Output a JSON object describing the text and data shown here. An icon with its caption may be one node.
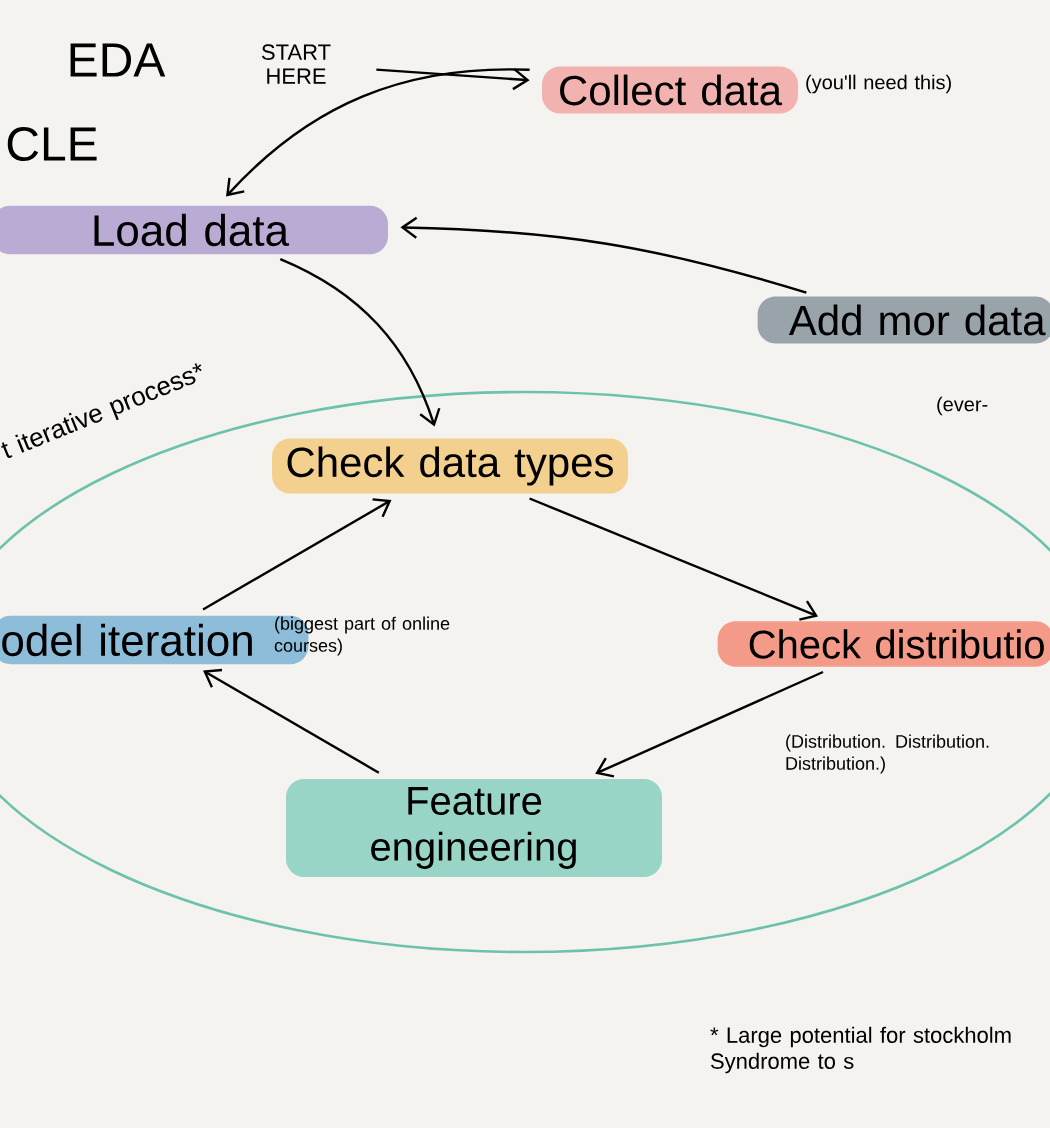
{
  "diagram": {
    "nodes": [
      {
        "text": [
          "START HERE"
        ]
      },
      {
        "text": [
          "Collect data"
        ],
        "beside": [
          "(you'll need this)"
        ]
      },
      {
        "text": [
          "Load data"
        ]
      },
      {
        "text": [
          "Add mor data"
        ],
        "beside": [
          "(ever-"
        ]
      },
      {
        "text": [
          "Check data types"
        ]
      },
      {
        "text": [
          "Check distributio"
        ],
        "beside": [
          "(Distribution. Distribution. Distribution.)"
        ]
      },
      {
        "text": [
          "Feature engineering"
        ]
      },
      {
        "text": [
          "odel iteration"
        ],
        "beside": [
          "(biggest part of online courses)"
        ]
      }
    ],
    "edges": [
      {
        "from": 0,
        "to": 1,
        "arrow": "to"
      },
      {
        "from": 1,
        "to": 2,
        "arrow": "to"
      },
      {
        "from": 3,
        "to": 2,
        "arrow": "to"
      },
      {
        "from": 2,
        "to": 4,
        "arrow": "to"
      },
      {
        "from": 4,
        "to": 5,
        "arrow": "to"
      },
      {
        "from": 5,
        "to": 6,
        "arrow": "to"
      },
      {
        "from": 6,
        "to": 7,
        "arrow": "to"
      },
      {
        "from": 7,
        "to": 4,
        "arrow": "to"
      }
    ],
    "labels": [
      "EDA",
      "CLE",
      "t iterative process*",
      "* Large potential for stockholm Syndrome to s"
    ]
  }
}
